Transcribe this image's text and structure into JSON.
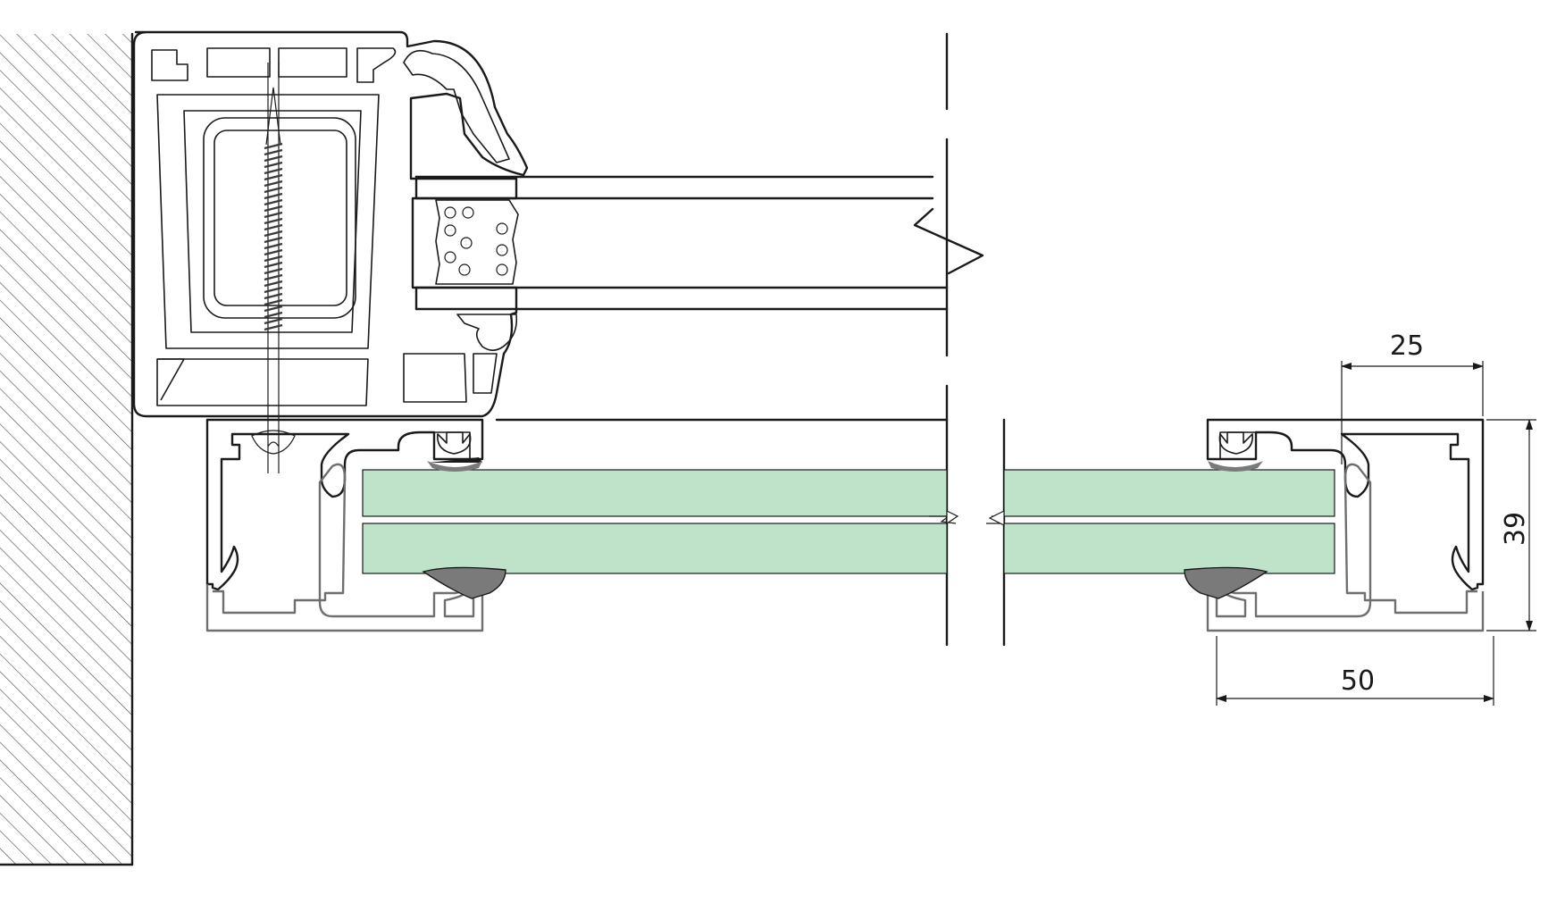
{
  "dimensions": {
    "top_width": "25",
    "height": "39",
    "bottom_width": "50"
  },
  "colors": {
    "glass": "#bfe3c9",
    "line": "#1a1a1a",
    "profile_grey": "#6f6f6f",
    "hatch": "#555555"
  }
}
